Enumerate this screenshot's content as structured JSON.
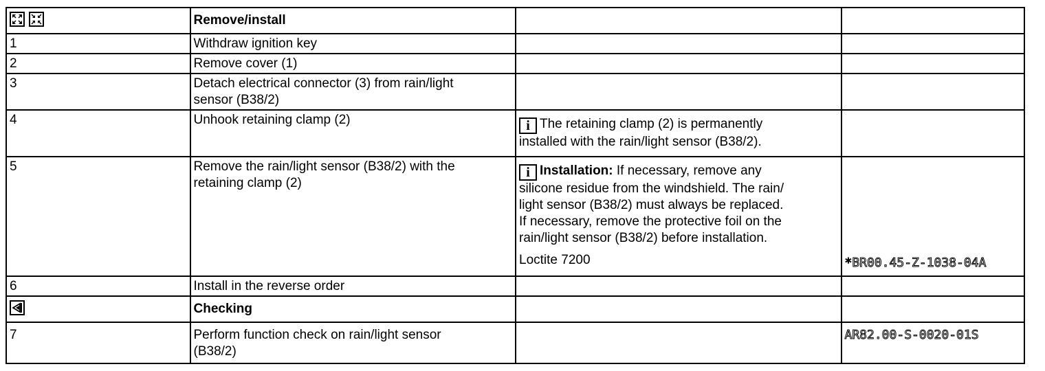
{
  "header": {
    "icons": [
      "expand-arrows-icon",
      "compress-arrows-icon"
    ],
    "section_title": "Remove/install"
  },
  "steps": [
    {
      "num": "1",
      "action": "Withdraw ignition key"
    },
    {
      "num": "2",
      "action": "Remove cover (1)"
    },
    {
      "num": "3",
      "action_line1": "Detach electrical connector (3) from rain/light",
      "action_line2": "sensor (B38/2)"
    },
    {
      "num": "4",
      "action": "Unhook retaining clamp (2)",
      "note_line1": "The retaining clamp (2) is permanently",
      "note_line2": "installed with the rain/light sensor (B38/2)."
    },
    {
      "num": "5",
      "action_line1": "Remove the rain/light sensor (B38/2) with the",
      "action_line2": "retaining clamp (2)",
      "note_lead": "Installation:",
      "note_line1": " If necessary, remove any",
      "note_line2": "silicone residue from the windshield. The rain/",
      "note_line3": "light sensor (B38/2) must always be replaced.",
      "note_line4": "If necessary, remove the protective foil on the",
      "note_line5": "rain/light sensor (B38/2) before installation.",
      "material": "Loctite 7200",
      "ref": "*BR00.45-Z-1038-04A"
    },
    {
      "num": "6",
      "action": "Install in the reverse order"
    }
  ],
  "checking": {
    "icon": "back-arrow-icon",
    "section_title": "Checking"
  },
  "step7": {
    "num": "7",
    "action_line1": "Perform function check on rain/light sensor",
    "action_line2": "(B38/2)",
    "ref": "AR82.00-S-0020-01S"
  },
  "info_icon_glyph": "i"
}
